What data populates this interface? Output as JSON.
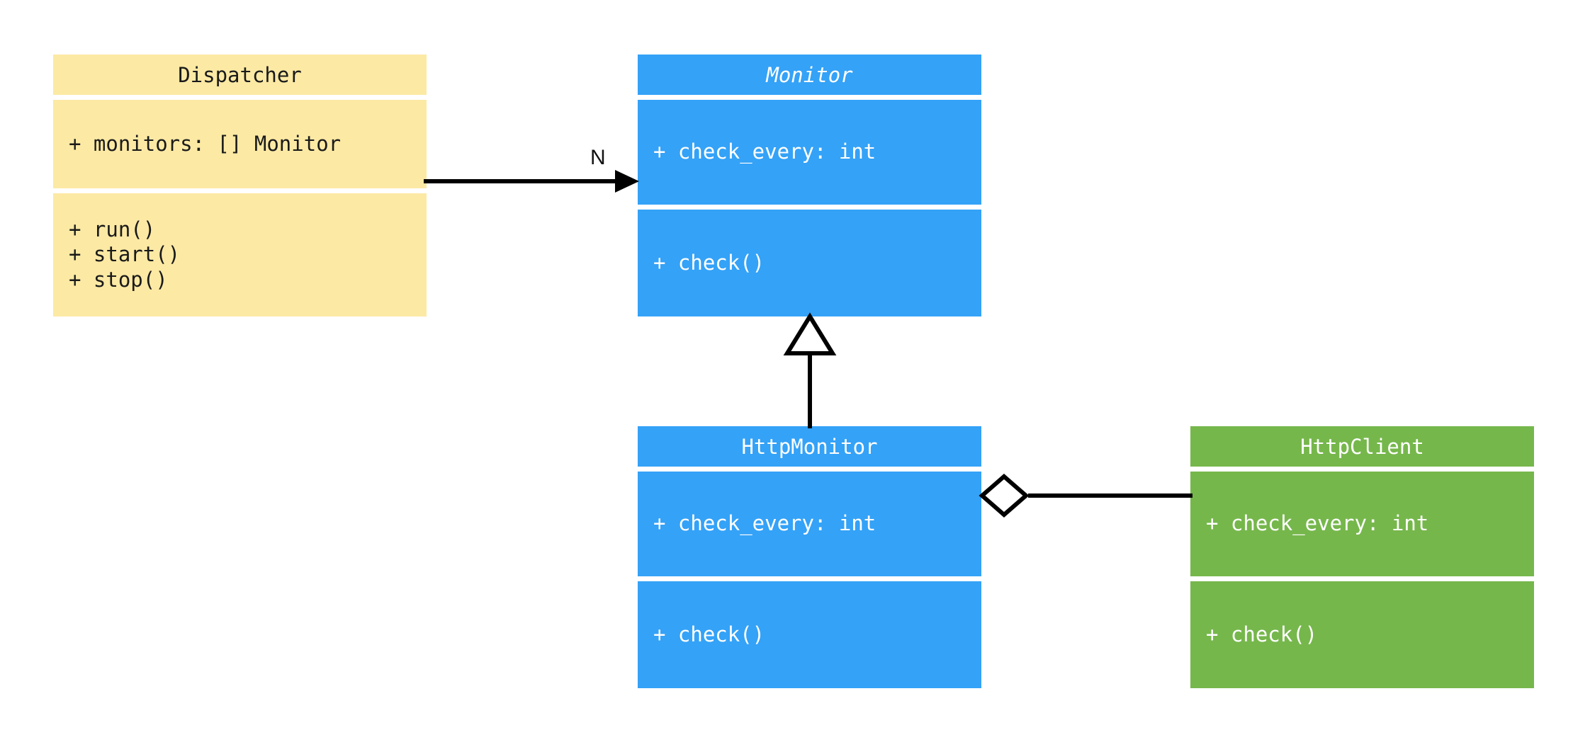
{
  "diagram": {
    "type": "uml-class-diagram",
    "background": "#ffffff",
    "palette": {
      "yellow": "#fce9a4",
      "blue": "#34a2f7",
      "green": "#76b74c",
      "line": "#000000",
      "light_text": "#ffffff",
      "dark_text": "#1a1a1a"
    }
  },
  "classes": {
    "dispatcher": {
      "name": "Dispatcher",
      "stereotype": "concrete",
      "color": "#fce9a4",
      "attributes": "+ monitors: [] Monitor",
      "methods": "+ run()\n+ start()\n+ stop()"
    },
    "monitor": {
      "name": "Monitor",
      "stereotype": "abstract",
      "color": "#34a2f7",
      "attributes": "+ check_every: int",
      "methods": "+ check()"
    },
    "http_monitor": {
      "name": "HttpMonitor",
      "stereotype": "concrete",
      "color": "#34a2f7",
      "attributes": "+ check_every: int",
      "methods": "+ check()"
    },
    "http_client": {
      "name": "HttpClient",
      "stereotype": "concrete",
      "color": "#76b74c",
      "attributes": "+ check_every: int",
      "methods": "+ check()"
    }
  },
  "relationships": {
    "dispatcher_to_monitor": {
      "kind": "association",
      "from": "Dispatcher",
      "to": "Monitor",
      "label": "N",
      "arrow": "solid-filled-arrow"
    },
    "httpmonitor_to_monitor": {
      "kind": "generalization",
      "from": "HttpMonitor",
      "to": "Monitor",
      "label": "",
      "arrow": "hollow-triangle"
    },
    "httpmonitor_to_httpclient": {
      "kind": "aggregation",
      "from": "HttpMonitor",
      "to": "HttpClient",
      "label": "",
      "arrow": "hollow-diamond"
    }
  }
}
